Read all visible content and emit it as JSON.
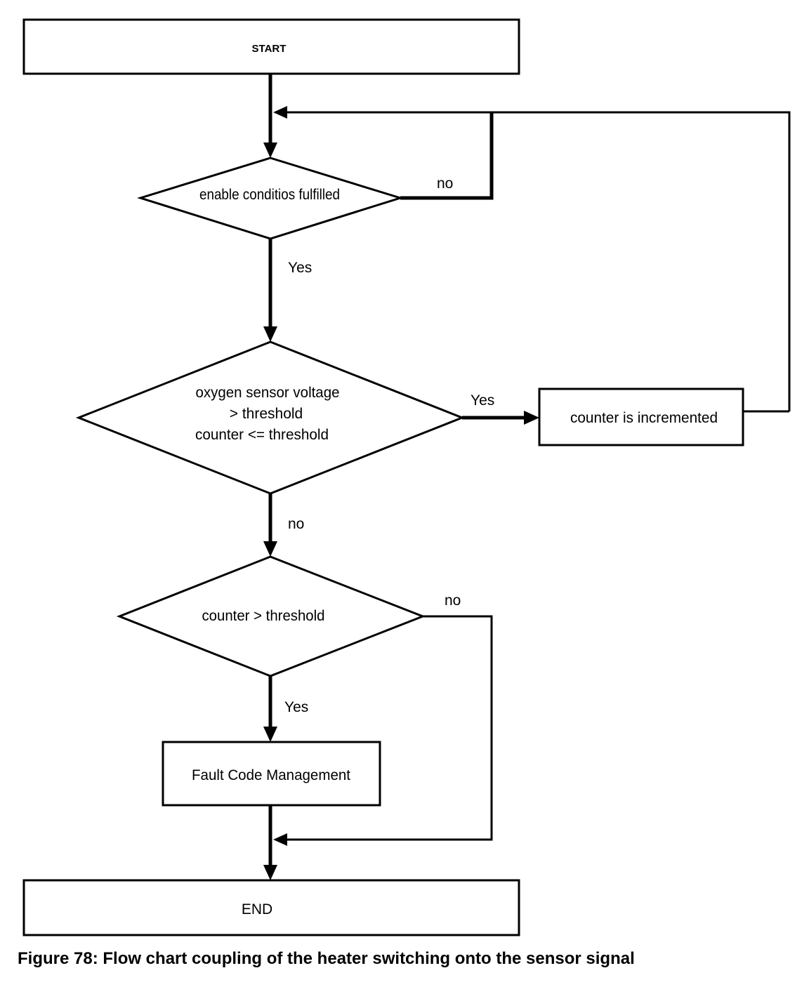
{
  "nodes": {
    "start": "START",
    "enable_decision": "enable conditios fulfilled",
    "voltage_decision": {
      "line1": "oxygen sensor voltage",
      "line2": "> threshold",
      "line3": "counter <= threshold"
    },
    "counter_process": "counter is incremented",
    "counter_decision": "counter > threshold",
    "fault_process": "Fault Code Management",
    "end": "END"
  },
  "edge_labels": {
    "enable_no": "no",
    "enable_yes": "Yes",
    "voltage_yes": "Yes",
    "voltage_no": "no",
    "counter_no": "no",
    "counter_yes": "Yes"
  },
  "caption": "Figure 78: Flow chart coupling of the heater switching onto the sensor signal"
}
